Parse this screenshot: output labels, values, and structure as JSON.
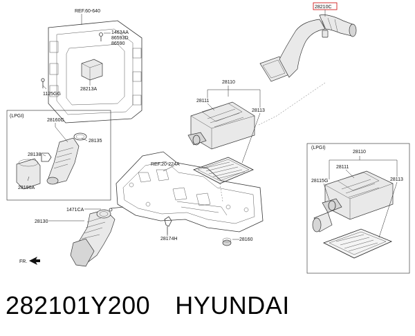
{
  "labels": {
    "ref_60_640": "REF.60-640",
    "p1463AA": "1463AA",
    "p86593D": "86593D",
    "p86590": "86590",
    "p1125GG": "1125GG",
    "p28213A": "28213A",
    "p28210C": "28210C",
    "p28110_main": "28110",
    "p28111_main": "28111",
    "p28113_main": "28113",
    "lpgi_left": "(LPGI)",
    "p28160G": "28160G",
    "p28135": "28135",
    "p28138": "28138",
    "p28196A": "28196A",
    "ref_20_224A": "REF.20-224A",
    "p1471CA": "1471CA",
    "p28130": "28130",
    "p28174H": "28174H",
    "p28160": "28160",
    "fr": "FR.",
    "lpgi_right": "(LPGI)",
    "p28110_lpgi": "28110",
    "p28111_lpgi": "28111",
    "p28115G": "28115G",
    "p28113_lpgi": "28113"
  },
  "footer": {
    "part_number": "282101Y200",
    "brand": "HYUNDAI"
  },
  "colors": {
    "line": "#333333",
    "shade": "#e9e9e9",
    "highlight_box": "#cc0000"
  }
}
